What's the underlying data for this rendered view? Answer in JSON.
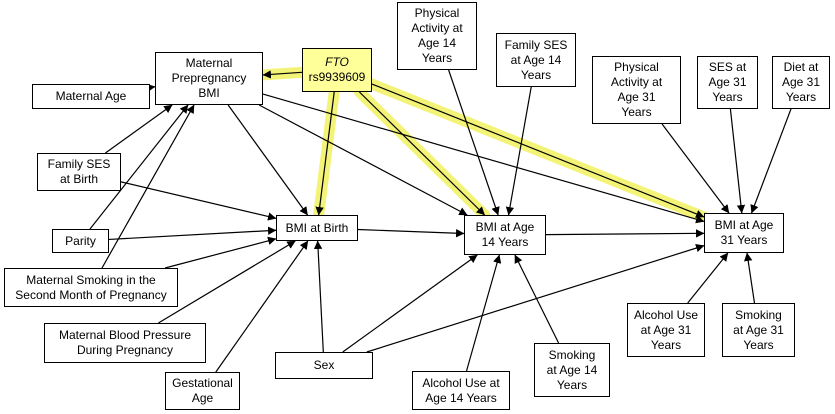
{
  "diagram": {
    "nodes": [
      {
        "id": "maternal_age",
        "label": "Maternal Age"
      },
      {
        "id": "maternal_bmi",
        "label": "Maternal\nPrepregnancy\nBMI"
      },
      {
        "id": "fto",
        "label_gene": "FTO",
        "label_snp": "rs9939609",
        "highlighted": true
      },
      {
        "id": "pa14",
        "label": "Physical\nActivity at\nAge 14\nYears"
      },
      {
        "id": "fses14",
        "label": "Family SES\nat Age 14\nYears"
      },
      {
        "id": "pa31",
        "label": "Physical\nActivity at\nAge 31\nYears"
      },
      {
        "id": "ses31",
        "label": "SES at\nAge 31\nYears"
      },
      {
        "id": "diet31",
        "label": "Diet at\nAge 31\nYears"
      },
      {
        "id": "fses_birth",
        "label": "Family SES\nat Birth"
      },
      {
        "id": "parity",
        "label": "Parity"
      },
      {
        "id": "smoking_preg",
        "label": "Maternal Smoking in the\nSecond Month of Pregnancy"
      },
      {
        "id": "bp_preg",
        "label": "Maternal Blood Pressure\nDuring Pregnancy"
      },
      {
        "id": "gest_age",
        "label": "Gestational\nAge"
      },
      {
        "id": "bmi_birth",
        "label": "BMI at Birth"
      },
      {
        "id": "bmi14",
        "label": "BMI at Age\n14 Years"
      },
      {
        "id": "bmi31",
        "label": "BMI at Age\n31 Years"
      },
      {
        "id": "sex",
        "label": "Sex"
      },
      {
        "id": "alcohol14",
        "label": "Alcohol Use at\nAge 14 Years"
      },
      {
        "id": "smoking14",
        "label": "Smoking\nat Age 14\nYears"
      },
      {
        "id": "alcohol31",
        "label": "Alcohol Use\nat Age 31\nYears"
      },
      {
        "id": "smoking31",
        "label": "Smoking\nat Age 31\nYears"
      }
    ],
    "edges": [
      {
        "from": "maternal_age",
        "to": "maternal_bmi"
      },
      {
        "from": "fses_birth",
        "to": "maternal_bmi"
      },
      {
        "from": "parity",
        "to": "maternal_bmi"
      },
      {
        "from": "smoking_preg",
        "to": "maternal_bmi"
      },
      {
        "from": "fto",
        "to": "maternal_bmi",
        "highlighted": true
      },
      {
        "from": "fto",
        "to": "bmi_birth",
        "highlighted": true
      },
      {
        "from": "fto",
        "to": "bmi14",
        "highlighted": true
      },
      {
        "from": "fto",
        "to": "bmi31",
        "highlighted": true
      },
      {
        "from": "maternal_bmi",
        "to": "bmi_birth"
      },
      {
        "from": "maternal_bmi",
        "to": "bmi14"
      },
      {
        "from": "maternal_bmi",
        "to": "bmi31"
      },
      {
        "from": "fses_birth",
        "to": "bmi_birth"
      },
      {
        "from": "parity",
        "to": "bmi_birth"
      },
      {
        "from": "smoking_preg",
        "to": "bmi_birth"
      },
      {
        "from": "bp_preg",
        "to": "bmi_birth"
      },
      {
        "from": "gest_age",
        "to": "bmi_birth"
      },
      {
        "from": "sex",
        "to": "bmi_birth"
      },
      {
        "from": "sex",
        "to": "bmi14"
      },
      {
        "from": "sex",
        "to": "bmi31"
      },
      {
        "from": "bmi_birth",
        "to": "bmi14"
      },
      {
        "from": "bmi14",
        "to": "bmi31"
      },
      {
        "from": "pa14",
        "to": "bmi14"
      },
      {
        "from": "fses14",
        "to": "bmi14"
      },
      {
        "from": "alcohol14",
        "to": "bmi14"
      },
      {
        "from": "smoking14",
        "to": "bmi14"
      },
      {
        "from": "pa31",
        "to": "bmi31"
      },
      {
        "from": "ses31",
        "to": "bmi31"
      },
      {
        "from": "diet31",
        "to": "bmi31"
      },
      {
        "from": "alcohol31",
        "to": "bmi31"
      },
      {
        "from": "smoking31",
        "to": "bmi31"
      }
    ],
    "colors": {
      "highlight": "#f2f26a",
      "gene_fill": "#ffff99",
      "line": "#000000"
    }
  }
}
